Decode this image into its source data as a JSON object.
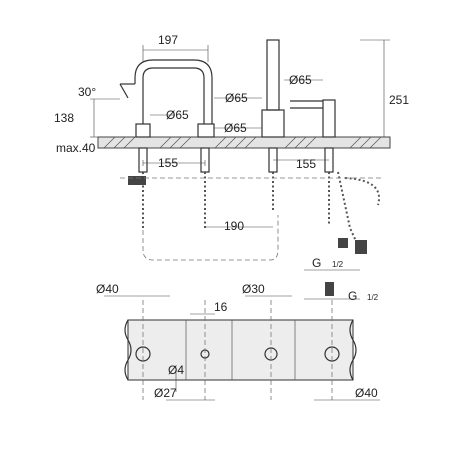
{
  "labels": {
    "spout_reach": "197",
    "spout_angle": "30°",
    "spout_height": "138",
    "max_deck": "max.40",
    "dia_spout_hole": "Ø65",
    "dia_valve_a": "Ø65",
    "dia_valve_b": "Ø65",
    "dia_handshower": "Ø65",
    "offset_left": "155",
    "offset_right": "155",
    "total_height": "251",
    "hose_spacing": "190",
    "thread_1": "G",
    "thread_1_frac": "1/2",
    "thread_2": "G",
    "thread_2_frac": "1/2",
    "hole_a": "Ø40",
    "hole_b": "Ø30",
    "hole_c": "16",
    "hole_d": "Ø4",
    "hole_e": "Ø27",
    "hole_f": "Ø40"
  },
  "colors": {
    "line": "#333333",
    "deck": "#ededed"
  }
}
